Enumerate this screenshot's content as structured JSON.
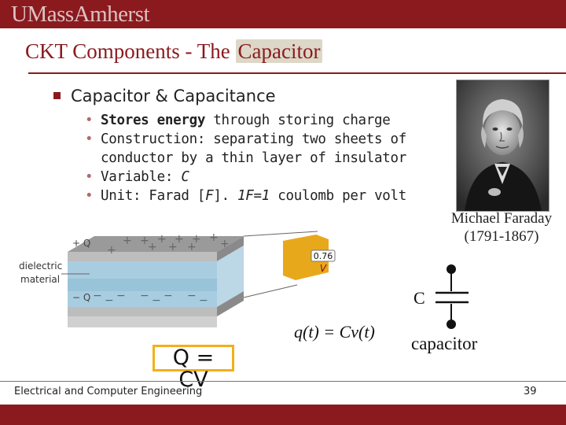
{
  "header": {
    "brand": "UMassAmherst"
  },
  "slide": {
    "title_prefix": "CKT Components - The ",
    "title_highlight": "Capacitor",
    "bullet": "Capacitor & Capacitance",
    "subs": {
      "s1_bold": "Stores energy",
      "s1_rest": " through storing charge",
      "s2_line1": "Construction: separating two sheets of",
      "s2_line2": "conductor by a thin layer of insulator",
      "s3_text": "Variable: ",
      "s3_var": "C",
      "s4_text": "Unit: Farad [",
      "s4_unit": "F",
      "s4_mid": "].  ",
      "s4_eq": "1F=1",
      "s4_rest": " coulomb per volt"
    }
  },
  "portrait": {
    "name": "Michael Faraday",
    "years": "(1791-1867)"
  },
  "diagram": {
    "plus_q": "+ Q",
    "minus_q": "− Q",
    "dielectric1": "dielectric",
    "dielectric2": "material",
    "meter_value": "0.76",
    "meter_unit": "V"
  },
  "equation_box": "Q = CV",
  "formula": "q(t) = Cv(t)",
  "symbol": {
    "letter": "C",
    "label": "capacitor"
  },
  "footer": {
    "dept": "Electrical and Computer Engineering",
    "page": "39"
  },
  "colors": {
    "brand": "#8a1a1e",
    "accent": "#f2b01a"
  }
}
